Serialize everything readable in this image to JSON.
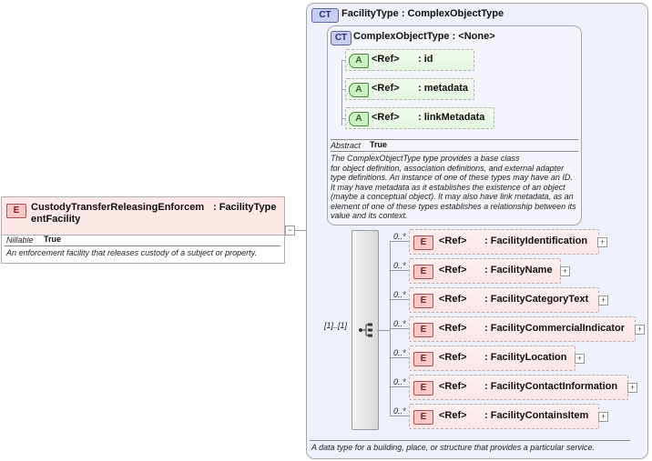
{
  "root": {
    "badge": "E",
    "name_line1": "CustodyTransferReleasingEnforcem",
    "name_line2": "entFacility",
    "type": ": FacilityType",
    "nillable_label": "Nillable",
    "nillable_value": "True",
    "doc": "An enforcement facility that releases custody of a subject or property."
  },
  "facility_type": {
    "badge": "CT",
    "title": "FacilityType : ComplexObjectType",
    "doc": "A data type for a building, place, or structure that provides a particular service."
  },
  "complex_object_type": {
    "badge": "CT",
    "title": "ComplexObjectType : <None>",
    "abstract_label": "Abstract",
    "abstract_value": "True",
    "doc_lines": [
      "The ComplexObjectType type provides a base class",
      "for object definition, association definitions, and external adapter",
      "type definitions. An instance of one of these types may have an ID.",
      "It may have metadata as it establishes the existence of an object",
      "(maybe a conceptual object). It may also have link metadata, as an",
      "element of one of these types establishes a relationship between its",
      "value and its context."
    ],
    "attributes": [
      {
        "badge": "A",
        "ref": "<Ref>",
        "name": ": id"
      },
      {
        "badge": "A",
        "ref": "<Ref>",
        "name": ": metadata"
      },
      {
        "badge": "A",
        "ref": "<Ref>",
        "name": ": linkMetadata"
      }
    ]
  },
  "sequence": {
    "cardinality": "[1]..[1]"
  },
  "elements": [
    {
      "badge": "E",
      "ref": "<Ref>",
      "name": ": FacilityIdentification",
      "multiplicity": "0..*"
    },
    {
      "badge": "E",
      "ref": "<Ref>",
      "name": ": FacilityName",
      "multiplicity": "0..*"
    },
    {
      "badge": "E",
      "ref": "<Ref>",
      "name": ": FacilityCategoryText",
      "multiplicity": "0..*"
    },
    {
      "badge": "E",
      "ref": "<Ref>",
      "name": ": FacilityCommercialIndicator",
      "multiplicity": "0..*"
    },
    {
      "badge": "E",
      "ref": "<Ref>",
      "name": ": FacilityLocation",
      "multiplicity": "0..*"
    },
    {
      "badge": "E",
      "ref": "<Ref>",
      "name": ": FacilityContactInformation",
      "multiplicity": "0..*"
    },
    {
      "badge": "E",
      "ref": "<Ref>",
      "name": ": FacilityContainsItem",
      "multiplicity": "0..*"
    }
  ],
  "colors": {
    "element_fill": "#fde4e4",
    "attribute_fill": "#e5f5e0",
    "complex_type_fill": "#eef0fb",
    "border": "#9a9a9a"
  }
}
